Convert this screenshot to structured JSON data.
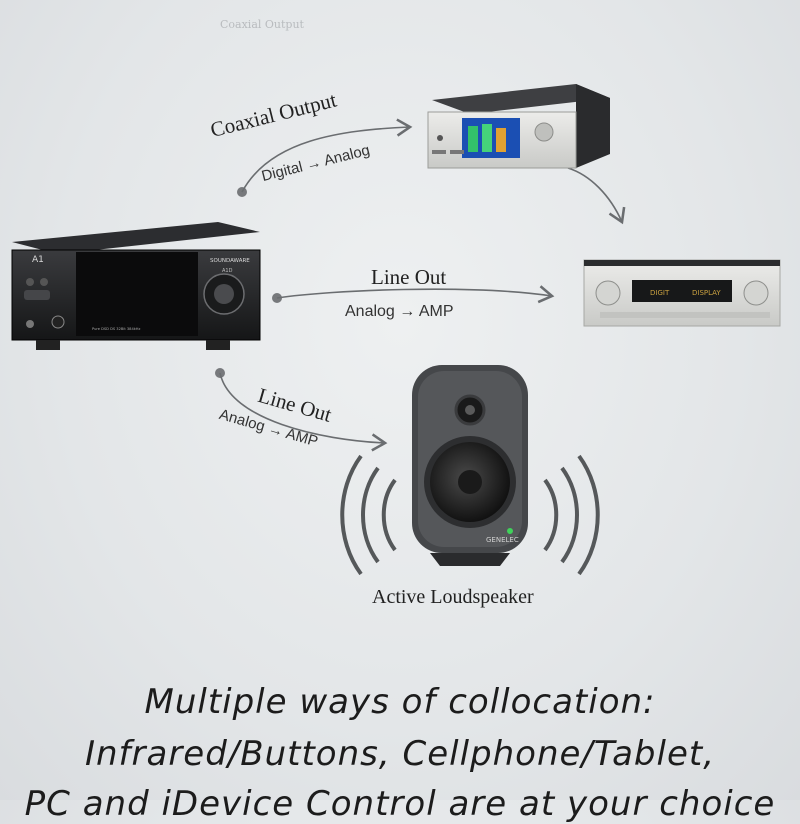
{
  "watermark": "Coaxial Output",
  "connections": {
    "coaxial": {
      "title": "Coaxial Output",
      "sub": "Digital → Analog"
    },
    "line_out_amp": {
      "title": "Line Out",
      "sub": "Analog → AMP"
    },
    "line_out_speaker": {
      "title": "Line Out",
      "sub": "Analog → AMP"
    }
  },
  "devices": {
    "dac": {
      "model": "A1",
      "brand": "SOUNDAWARE",
      "sub_model": "A1D",
      "screen_text": "Pure DSD DS 32Bit 384kHz"
    },
    "speaker": {
      "brand": "GENELEC",
      "caption": "Active Loudspeaker"
    }
  },
  "headline": {
    "line1": "Multiple ways of collocation:",
    "line2": "Infrared/Buttons, Cellphone/Tablet,",
    "line3": "PC and iDevice Control are at your choice"
  },
  "colors": {
    "background": "#e6e9eb",
    "device_dark": "#1f2022",
    "device_silver": "#d8d9d6",
    "arrow": "#6a6d70"
  }
}
